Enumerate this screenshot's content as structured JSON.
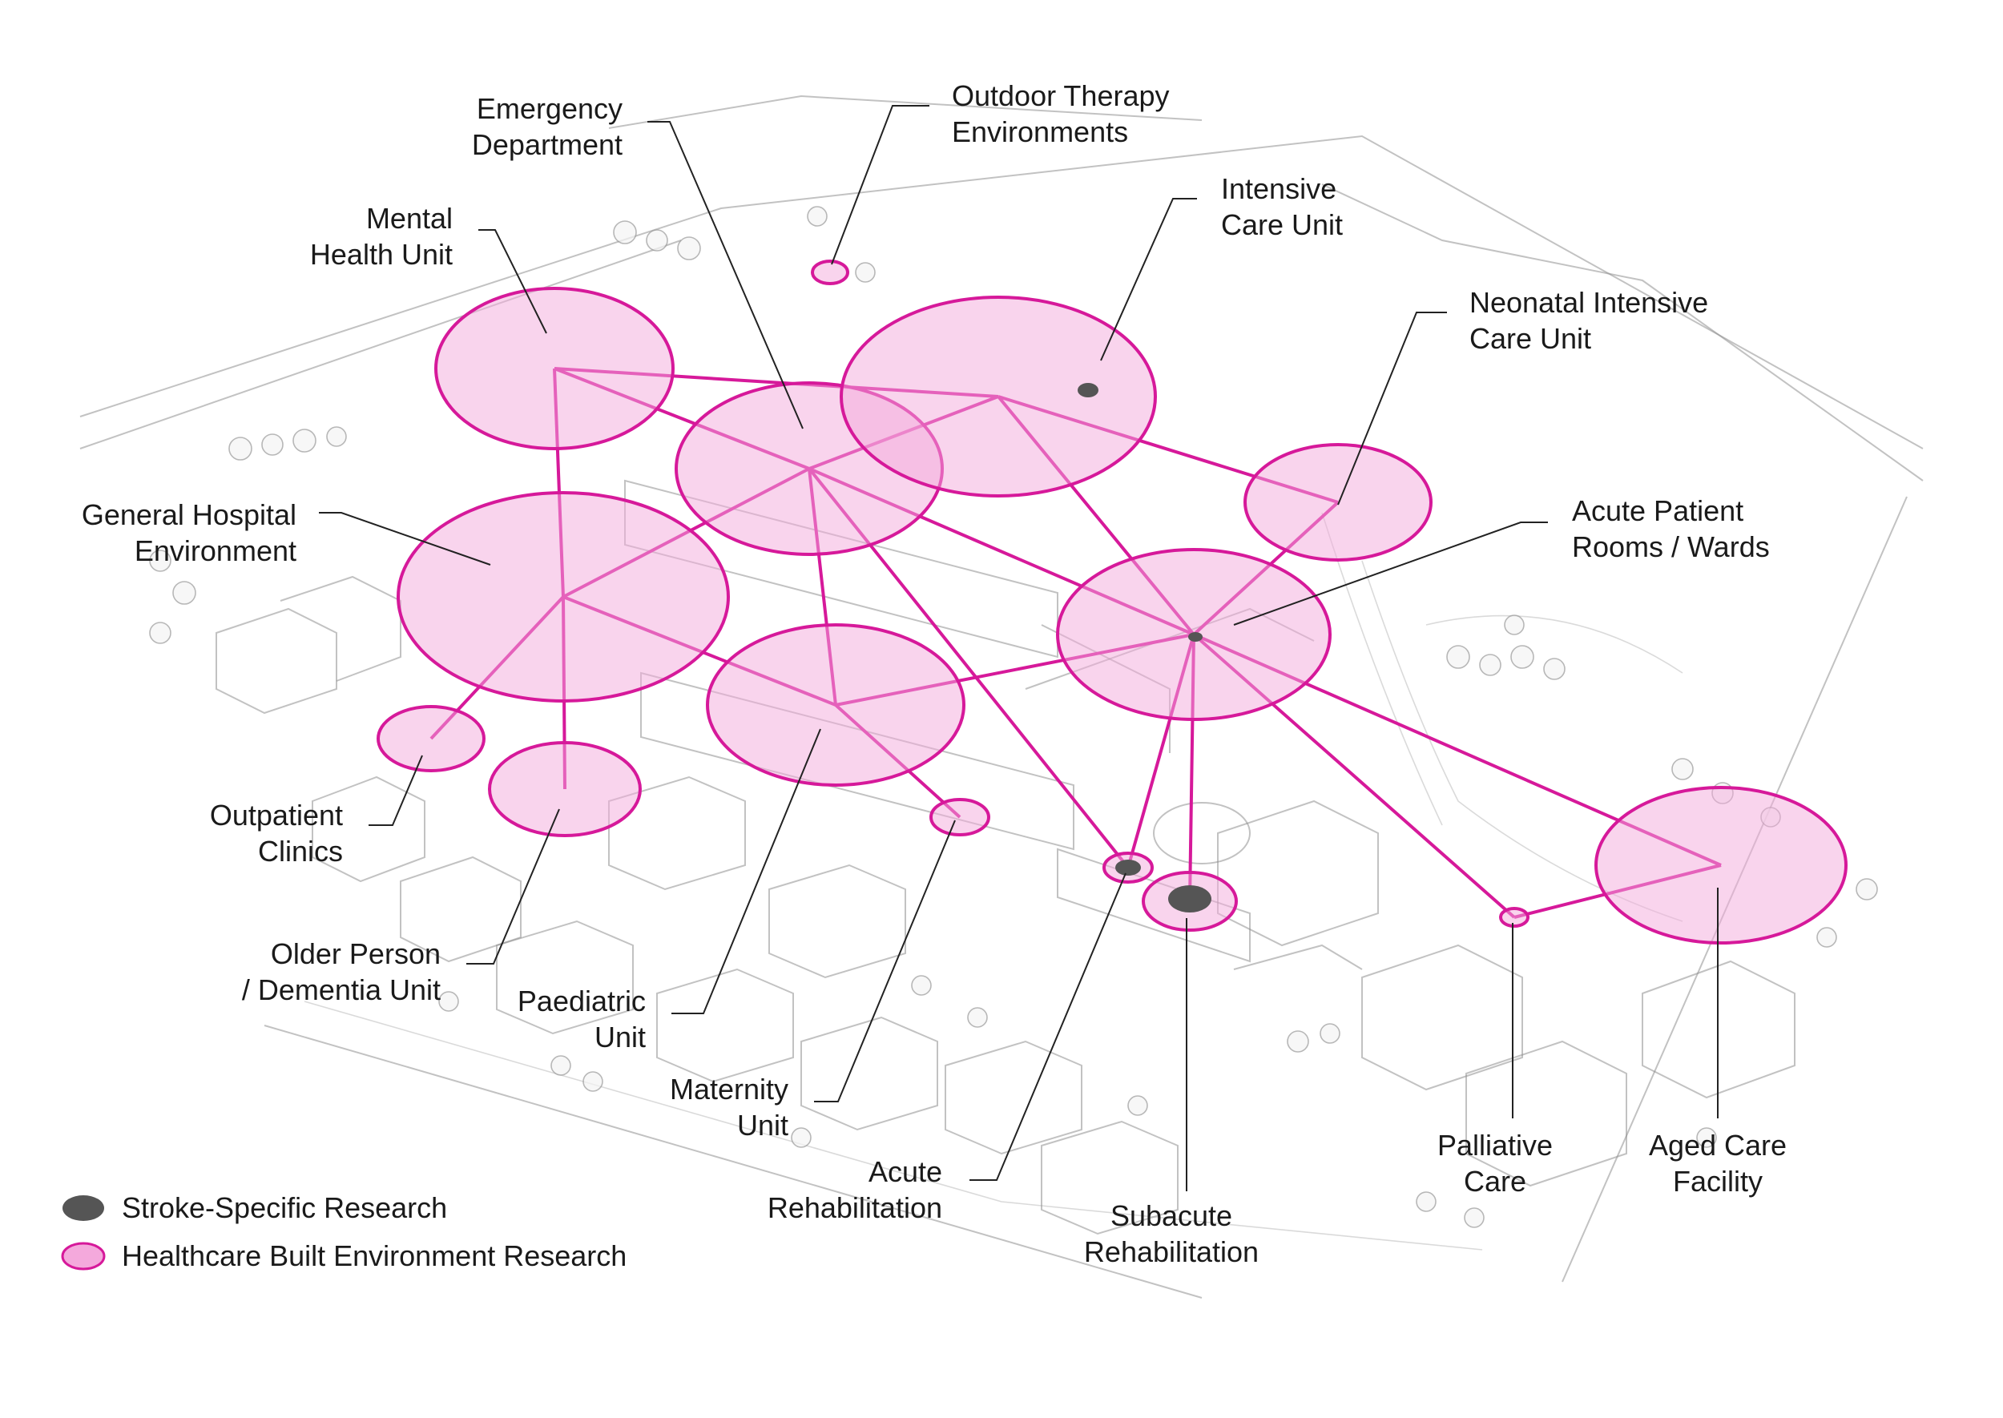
{
  "colors": {
    "zone_fill": "#f4a9dc",
    "zone_stroke": "#d6199a",
    "stroke_dot": "#555555",
    "leader": "#222222"
  },
  "nodes": [
    {
      "id": "mental",
      "lines": [
        "Mental",
        "Health Unit"
      ]
    },
    {
      "id": "emergency",
      "lines": [
        "Emergency",
        "Department"
      ]
    },
    {
      "id": "outdoor",
      "lines": [
        "Outdoor Therapy",
        "Environments"
      ]
    },
    {
      "id": "icu",
      "lines": [
        "Intensive",
        "Care Unit"
      ]
    },
    {
      "id": "nicu",
      "lines": [
        "Neonatal Intensive",
        "Care Unit"
      ]
    },
    {
      "id": "general",
      "lines": [
        "General Hospital",
        "Environment"
      ]
    },
    {
      "id": "acute_wards",
      "lines": [
        "Acute Patient",
        "Rooms / Wards"
      ]
    },
    {
      "id": "paediatric",
      "lines": [
        "Paediatric",
        "Unit"
      ]
    },
    {
      "id": "outpatient",
      "lines": [
        "Outpatient",
        "Clinics"
      ]
    },
    {
      "id": "older",
      "lines": [
        "Older Person",
        "/ Dementia Unit"
      ]
    },
    {
      "id": "maternity",
      "lines": [
        "Maternity",
        "Unit"
      ]
    },
    {
      "id": "acute_rehab",
      "lines": [
        "Acute",
        "Rehabilitation"
      ]
    },
    {
      "id": "subacute",
      "lines": [
        "Subacute",
        "Rehabilitation"
      ]
    },
    {
      "id": "palliative",
      "lines": [
        "Palliative",
        "Care"
      ]
    },
    {
      "id": "aged",
      "lines": [
        "Aged Care",
        "Facility"
      ]
    }
  ],
  "legend": {
    "stroke": "Stroke-Specific Research",
    "healthcare": "Healthcare Built Environment Research"
  }
}
